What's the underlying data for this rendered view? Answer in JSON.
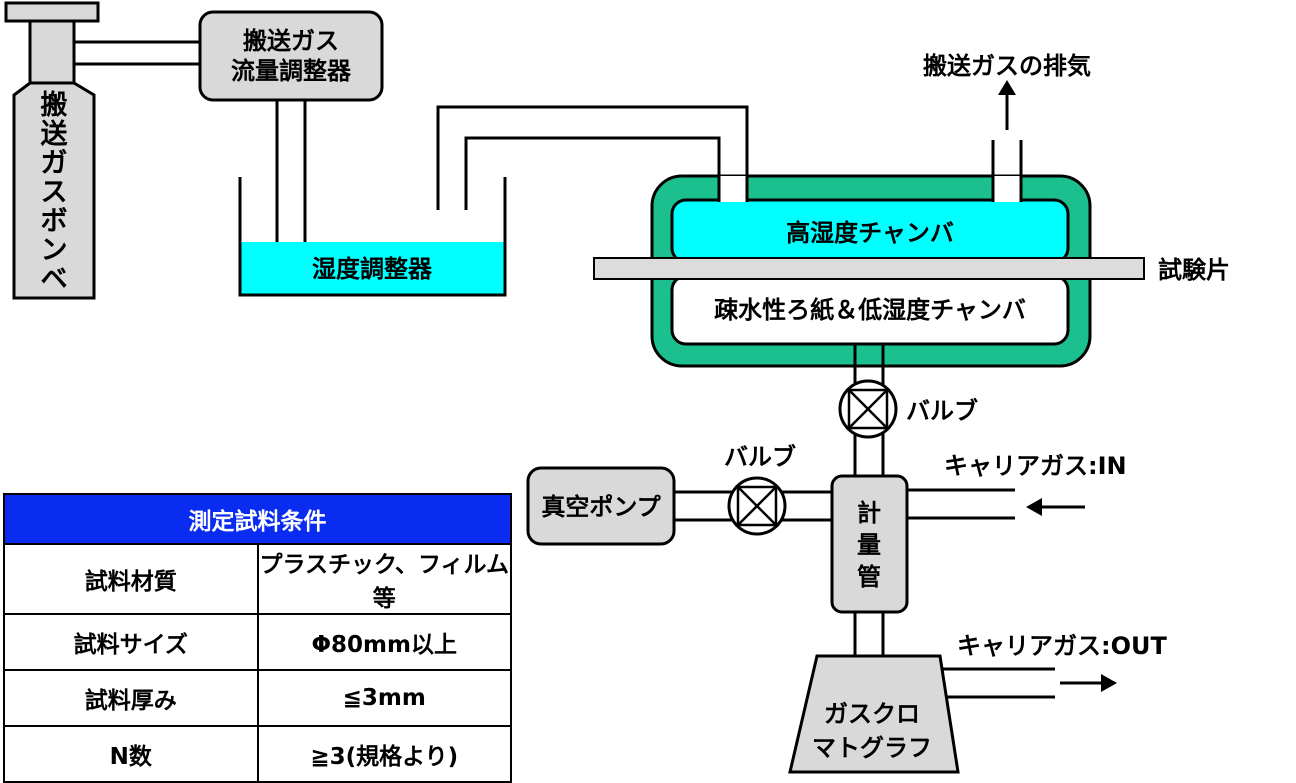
{
  "labels": {
    "cylinder": "搬送ガスボンベ",
    "flow_regulator": "搬送ガス\n流量調整器",
    "humidity_regulator": "湿度調整器",
    "exhaust": "搬送ガスの排気",
    "high_chamber": "高湿度チャンバ",
    "low_chamber": "疎水性ろ紙＆低湿度チャンバ",
    "specimen": "試験片",
    "valve_top": "バルブ",
    "valve_left": "バルブ",
    "vacuum_pump": "真空ポンプ",
    "metering_tube": "計\n量\n管",
    "carrier_in": "キャリアガス:IN",
    "carrier_out": "キャリアガス:OUT",
    "gc": "ガスクロ\nマトグラフ"
  },
  "colors": {
    "chamber_frame": "#1bc08e",
    "high_chamber_fill": "#00ffff",
    "humidity_fill": "#00ffff",
    "device_fill": "#d9d9d9",
    "table_header": "#0a2cf0"
  },
  "table": {
    "title": "測定試料条件",
    "rows": [
      {
        "label": "試料材質",
        "value": "プラスチック、フィルム等"
      },
      {
        "label": "試料サイズ",
        "value": "Φ80mm以上"
      },
      {
        "label": "試料厚み",
        "value": "≦3mm"
      },
      {
        "label": "N数",
        "value": "≧3(規格より)"
      }
    ]
  }
}
